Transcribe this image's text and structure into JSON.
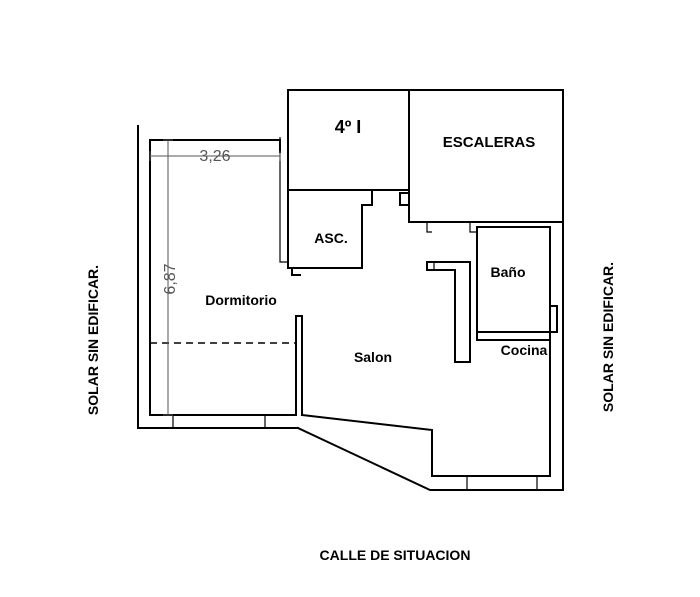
{
  "floor_label": "4º I",
  "rooms": {
    "escaleras": "ESCALERAS",
    "ascensor": "ASC.",
    "bano": "Baño",
    "dormitorio": "Dormitorio",
    "salon": "Salon",
    "cocina": "Cocina"
  },
  "dimensions": {
    "width": "3,26",
    "length": "6,87"
  },
  "surroundings": {
    "left": "SOLAR SIN EDIFICAR.",
    "right": "SOLAR SIN EDIFICAR.",
    "bottom": "CALLE DE SITUACION"
  }
}
